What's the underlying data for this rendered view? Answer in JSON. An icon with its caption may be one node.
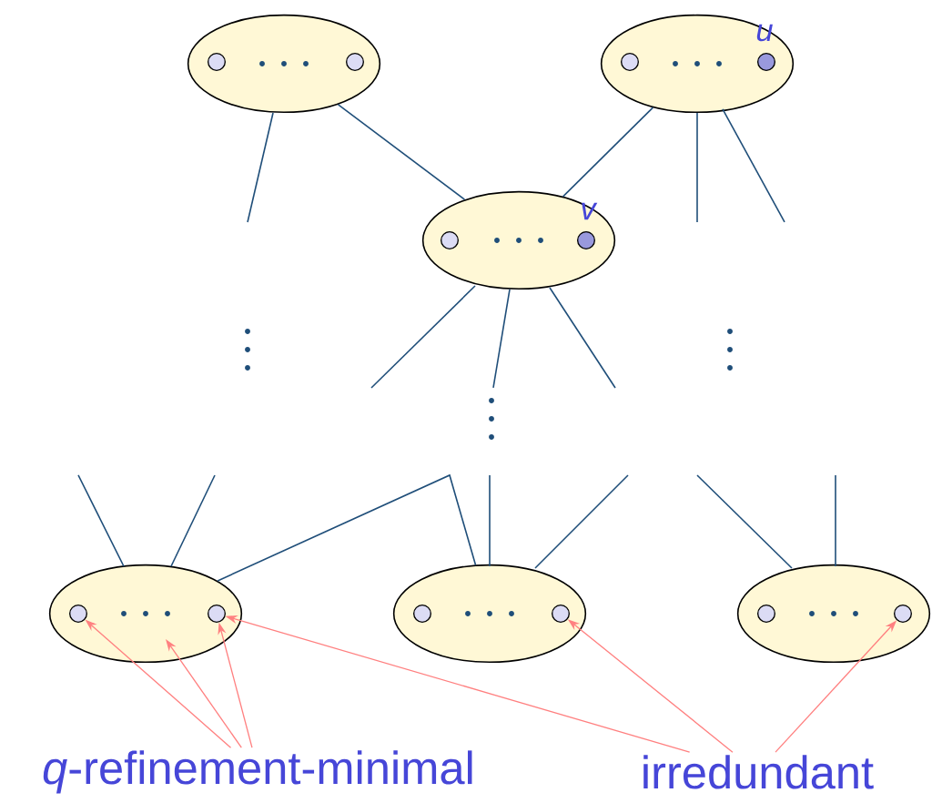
{
  "diagram": {
    "nodes": [
      {
        "text": [],
        "shape": "ellipse"
      },
      {
        "text": [],
        "shape": "circle",
        "in": 0
      },
      {
        "text": [],
        "shape": "circle",
        "in": 0
      },
      {
        "text": [],
        "shape": "ellipse"
      },
      {
        "text": [],
        "shape": "circle",
        "in": 3
      },
      {
        "text": [],
        "shape": "circle",
        "in": 3,
        "beside": [
          "u"
        ]
      },
      {
        "text": [],
        "shape": "ellipse"
      },
      {
        "text": [],
        "shape": "circle",
        "in": 6
      },
      {
        "text": [],
        "shape": "circle",
        "in": 6,
        "beside": [
          "v"
        ]
      },
      {
        "text": [],
        "shape": "ellipse"
      },
      {
        "text": [],
        "shape": "circle",
        "in": 9
      },
      {
        "text": [],
        "shape": "circle",
        "in": 9
      },
      {
        "text": [],
        "shape": "ellipse"
      },
      {
        "text": [],
        "shape": "circle",
        "in": 12
      },
      {
        "text": [],
        "shape": "circle",
        "in": 12
      },
      {
        "text": [],
        "shape": "ellipse"
      },
      {
        "text": [],
        "shape": "circle",
        "in": 15
      },
      {
        "text": [],
        "shape": "circle",
        "in": 15
      },
      {
        "text": [
          "*q*-refinement-minimal"
        ]
      },
      {
        "text": [
          "irredundant"
        ]
      }
    ],
    "edges": [
      {
        "from": 0,
        "to": 6,
        "arrow": "none"
      },
      {
        "from": 3,
        "to": 6,
        "arrow": "none"
      },
      {
        "from": 0,
        "to": null,
        "arrow": "none"
      },
      {
        "from": 3,
        "to": null,
        "arrow": "none"
      },
      {
        "from": 3,
        "to": null,
        "arrow": "none"
      },
      {
        "from": 6,
        "to": null,
        "arrow": "none"
      },
      {
        "from": 6,
        "to": null,
        "arrow": "none"
      },
      {
        "from": 6,
        "to": null,
        "arrow": "none"
      },
      {
        "from": 9,
        "to": null,
        "arrow": "none"
      },
      {
        "from": 9,
        "to": null,
        "arrow": "none"
      },
      {
        "from": 9,
        "to": 12,
        "arrow": "none"
      },
      {
        "from": 12,
        "to": null,
        "arrow": "none"
      },
      {
        "from": 12,
        "to": null,
        "arrow": "none"
      },
      {
        "from": 15,
        "to": null,
        "arrow": "none"
      },
      {
        "from": 15,
        "to": null,
        "arrow": "none"
      },
      {
        "from": 18,
        "to": 10,
        "arrow": "to",
        "color": "#ff8080"
      },
      {
        "from": 18,
        "to": 9,
        "arrow": "to",
        "color": "#ff8080"
      },
      {
        "from": 18,
        "to": 11,
        "arrow": "to",
        "color": "#ff8080"
      },
      {
        "from": 19,
        "to": 11,
        "arrow": "to",
        "color": "#ff8080"
      },
      {
        "from": 19,
        "to": 14,
        "arrow": "to",
        "color": "#ff8080"
      },
      {
        "from": 19,
        "to": 17,
        "arrow": "to",
        "color": "#ff8080"
      }
    ]
  }
}
